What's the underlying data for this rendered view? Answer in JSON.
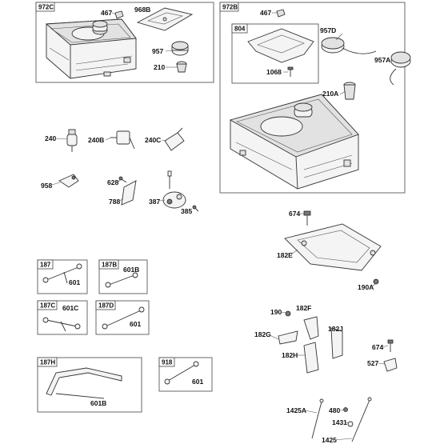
{
  "groups": {
    "g972c": "972C",
    "g972b": "972B",
    "g804": "804",
    "g187": "187",
    "g187b": "187B",
    "g187c": "187C",
    "g187d": "187D",
    "g187h": "187H",
    "g918": "918"
  },
  "labels": {
    "p467a": "467",
    "p968b": "968B",
    "p957": "957",
    "p210": "210",
    "p467b": "467",
    "p957d": "957D",
    "p957a": "957A",
    "p1068": "1068",
    "p210a": "210A",
    "p240": "240",
    "p240b": "240B",
    "p240c": "240C",
    "p958": "958",
    "p628": "628",
    "p788": "788",
    "p387": "387",
    "p385": "385",
    "p674a": "674",
    "p182e": "182E",
    "p190a": "190A",
    "p601a": "601",
    "p601b": "601B",
    "p601c": "601C",
    "p601d": "601",
    "p190": "190",
    "p182f": "182F",
    "p182g": "182G",
    "p182j": "182J",
    "p182h": "182H",
    "p674b": "674",
    "p527": "527",
    "p601bb": "601B",
    "p601e": "601",
    "p1425a": "1425A",
    "p480": "480",
    "p1431": "1431",
    "p1425": "1425"
  }
}
